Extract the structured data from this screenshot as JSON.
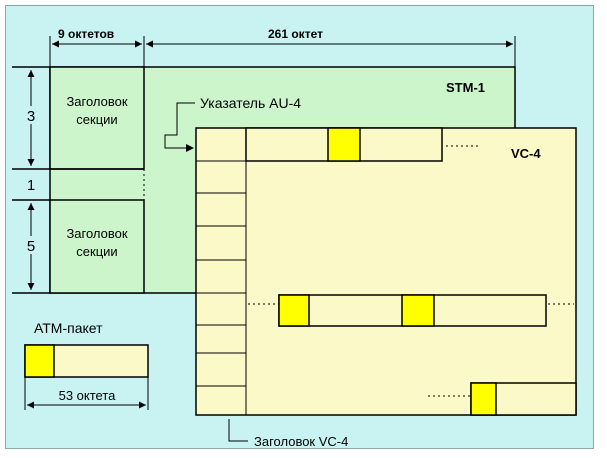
{
  "labels": {
    "octets_9": "9 октетов",
    "octets_261": "261 октет",
    "stm1": "STM-1",
    "vc4": "VC-4",
    "au4_pointer": "Указатель AU-4",
    "section_header_1_line1": "Заголовок",
    "section_header_1_line2": "секции",
    "section_header_2_line1": "Заголовок",
    "section_header_2_line2": "секции",
    "rows_3": "3",
    "rows_1": "1",
    "rows_5": "5",
    "atm_packet": "АТМ-пакет",
    "octets_53": "53 октета",
    "vc4_header": "Заголовок VC-4"
  },
  "colors": {
    "background": "#c9f2f2",
    "stm1_fill": "#ccf5cc",
    "vc4_fill": "#fbf9c8",
    "cell_fill": "#fbf9c8",
    "atm_header": "#ffff00",
    "line": "#000000"
  }
}
